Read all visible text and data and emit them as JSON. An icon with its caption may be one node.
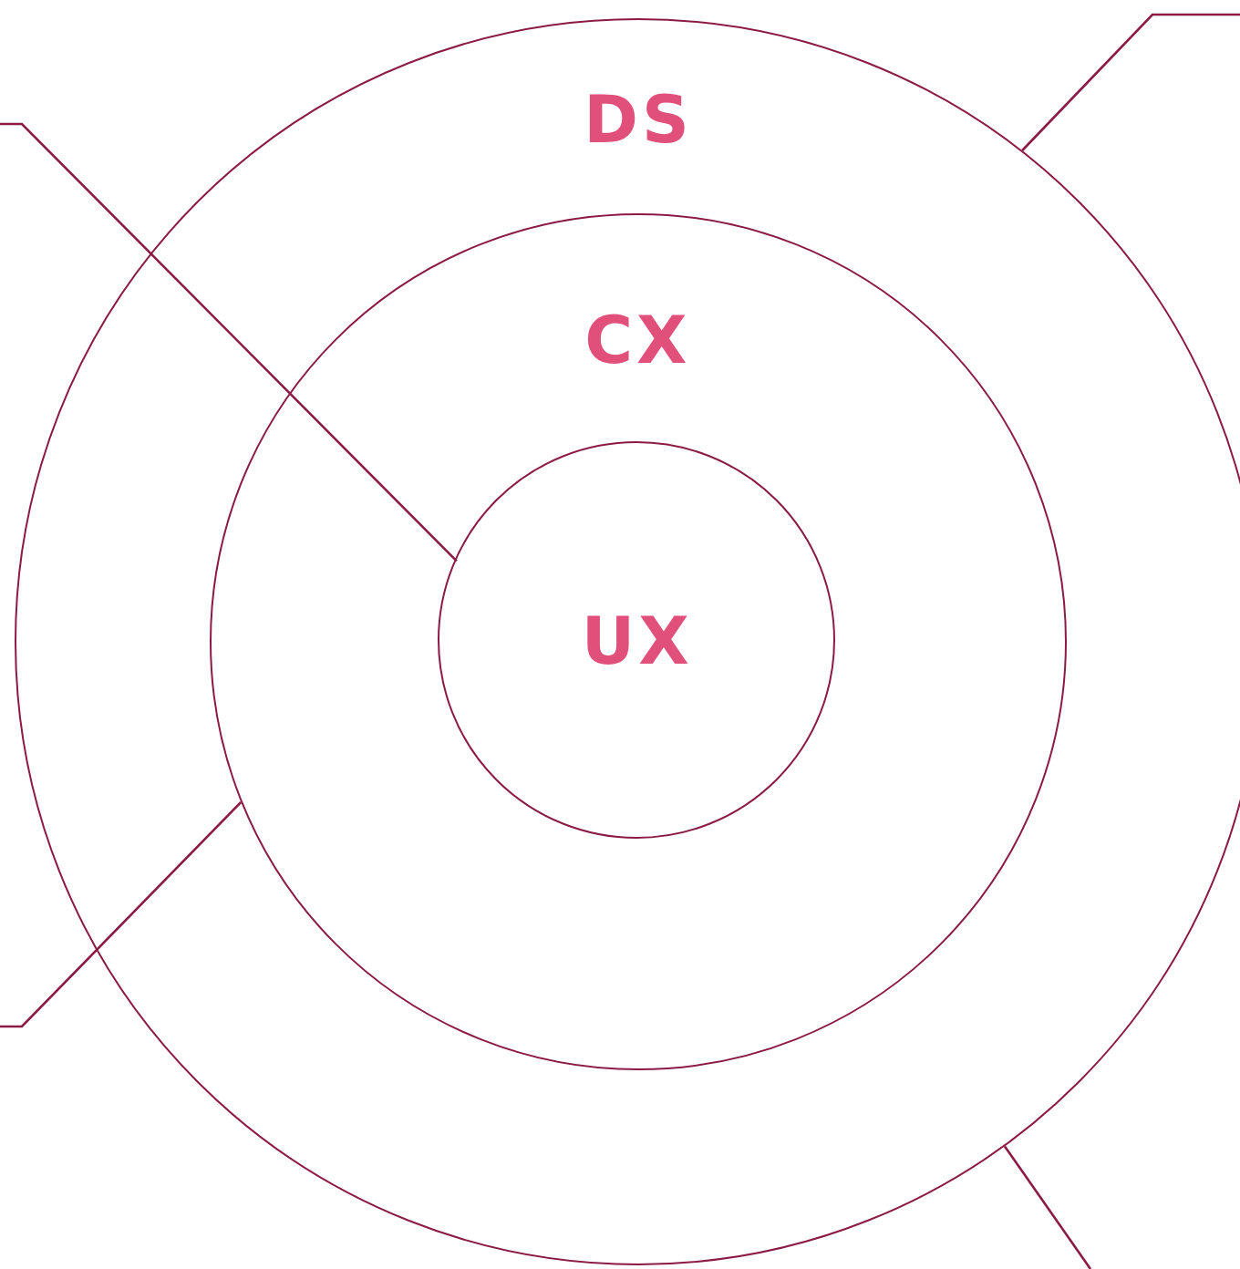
{
  "diagram": {
    "nodes": [
      {
        "text": [
          "DS"
        ]
      },
      {
        "text": [
          "CX"
        ],
        "in": 0
      },
      {
        "text": [
          "UX"
        ],
        "in": 1
      }
    ],
    "edges": [
      {
        "from": null,
        "to": 2,
        "arrow": "none"
      },
      {
        "from": null,
        "to": 1,
        "arrow": "none"
      },
      {
        "from": null,
        "to": 0,
        "arrow": "none"
      },
      {
        "from": null,
        "to": 0,
        "arrow": "none"
      }
    ]
  }
}
